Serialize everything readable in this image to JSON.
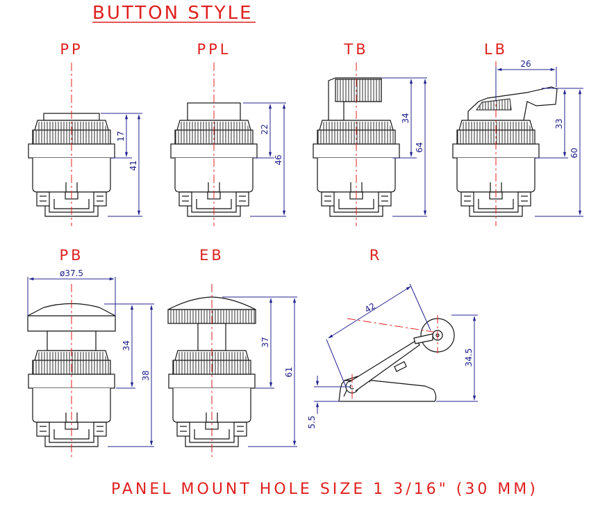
{
  "title": "BUTTON STYLE",
  "footer": "PANEL MOUNT HOLE SIZE 1 3/16\" (30 MM)",
  "styles": [
    {
      "id": "pp",
      "label": "PP",
      "dims": [
        "17",
        "41"
      ]
    },
    {
      "id": "ppl",
      "label": "PPL",
      "dims": [
        "22",
        "46"
      ]
    },
    {
      "id": "tb",
      "label": "TB",
      "dims": [
        "34",
        "64"
      ]
    },
    {
      "id": "lb",
      "label": "LB",
      "dims": [
        "26",
        "33",
        "60"
      ]
    },
    {
      "id": "pb",
      "label": "PB",
      "dims": [
        "ø37.5",
        "34",
        "38"
      ]
    },
    {
      "id": "eb",
      "label": "EB",
      "dims": [
        "37",
        "61"
      ]
    },
    {
      "id": "r",
      "label": "R",
      "dims": [
        "42",
        "34.5",
        "5.5"
      ]
    }
  ],
  "colors": {
    "label": "#e01e1e",
    "outline": "#111111",
    "dimension": "#23238f"
  }
}
